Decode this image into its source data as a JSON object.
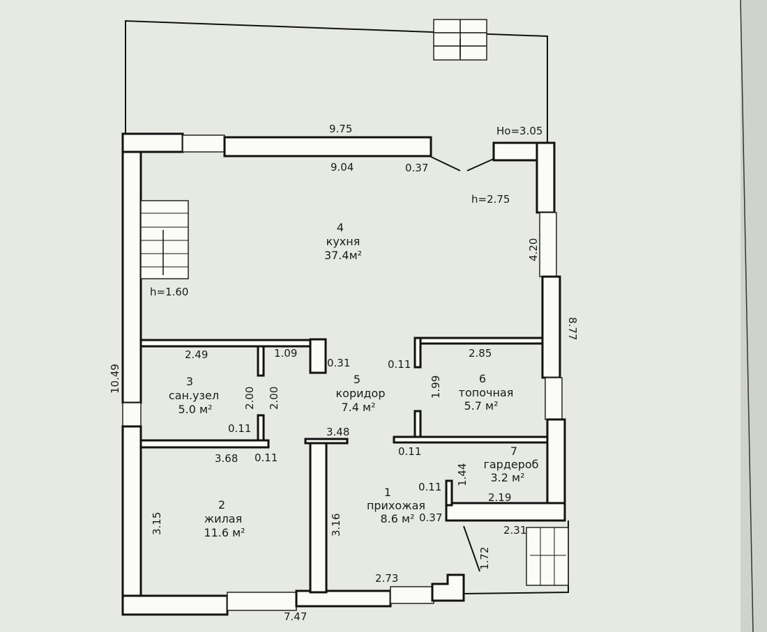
{
  "plan": {
    "total_width_top": "9.75",
    "inner_width_top": "9.04",
    "wall_thickness_top": "0.37",
    "ceiling_outer": "Ho=3.05",
    "ceiling_inner": "h=2.75",
    "right_dim_upper": "4.20",
    "right_total": "8.77",
    "left_total": "10.49",
    "stair_height": "h=1.60",
    "bottom_total": "7.47",
    "dims": {
      "d249": "2.49",
      "d109": "1.09",
      "d031": "0.31",
      "d011a": "0.11",
      "d200a": "2.00",
      "d200b": "2.00",
      "d011b": "0.11",
      "d368": "3.68",
      "d011c": "0.11",
      "d348": "3.48",
      "d285": "2.85",
      "d199": "1.99",
      "d011d": "0.11",
      "d144": "1.44",
      "d011e": "0.11",
      "d219": "2.19",
      "d037": "0.37",
      "d231": "2.31",
      "d172": "1.72",
      "d315": "3.15",
      "d316": "3.16",
      "d273": "2.73"
    },
    "rooms": [
      {
        "num": "1",
        "name": "прихожая",
        "area": "8.6  м²"
      },
      {
        "num": "2",
        "name": "жилая",
        "area": "11.6  м²"
      },
      {
        "num": "3",
        "name": "сан.узел",
        "area": "5.0  м²"
      },
      {
        "num": "4",
        "name": "кухня",
        "area": "37.4м²"
      },
      {
        "num": "5",
        "name": "коридор",
        "area": "7.4  м²"
      },
      {
        "num": "6",
        "name": "топочная",
        "area": "5.7  м²"
      },
      {
        "num": "7",
        "name": "гардероб",
        "area": "3.2  м²"
      }
    ]
  }
}
